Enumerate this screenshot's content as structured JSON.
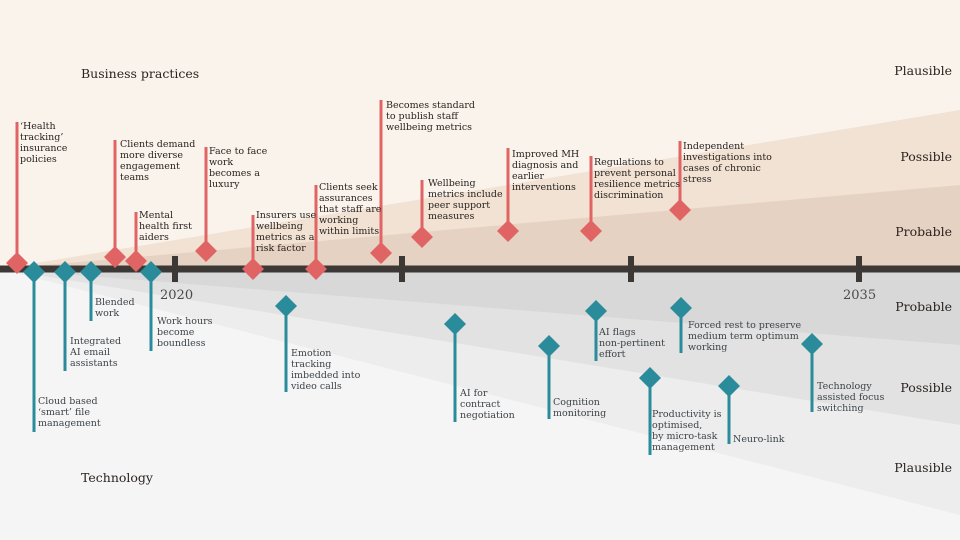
{
  "sections": {
    "top": "Business practices",
    "bottom": "Technology"
  },
  "zones_top": [
    "Plausible",
    "Possible",
    "Probable"
  ],
  "zones_bottom": [
    "Probable",
    "Possible",
    "Plausible"
  ],
  "years": {
    "start": "2020",
    "end": "2035"
  },
  "colors": {
    "business": "#e06464",
    "technology": "#2a8c9a",
    "axis": "#3c3835"
  },
  "business_events": [
    "‘Health\ntracking’\ninsurance\npolicies",
    "Clients demand\nmore diverse\nengagement\nteams",
    "Mental\nhealth first\naiders",
    "Face to face\nwork\nbecomes a\nluxury",
    "Insurers use\nwellbeing\nmetrics as a\nrisk factor",
    "Clients seek\nassurances\nthat staff are\nworking\nwithin limits",
    "Becomes standard\nto publish staff\nwellbeing metrics",
    "Wellbeing\nmetrics include\npeer support\nmeasures",
    "Improved MH\ndiagnosis and\nearlier\ninterventions",
    "Regulations to\nprevent personal\nresilience metrics\ndiscrimination",
    "Independent\ninvestigations into\ncases of chronic\nstress"
  ],
  "technology_events": [
    "Cloud based\n‘smart’ file\nmanagement",
    "Integrated\nAI email\nassistants",
    "Blended\nwork",
    "Work hours\nbecome\nboundless",
    "Emotion\ntracking\nimbedded into\nvideo calls",
    "AI for\ncontract\nnegotiation",
    "Cognition\nmonitoring",
    "AI flags\nnon-pertinent\neffort",
    "Productivity is\noptimised,\nby micro-task\nmanagement",
    "Forced rest to preserve\nmedium term optimum\nworking",
    "Neuro-link",
    "Technology\nassisted focus\nswitching"
  ]
}
